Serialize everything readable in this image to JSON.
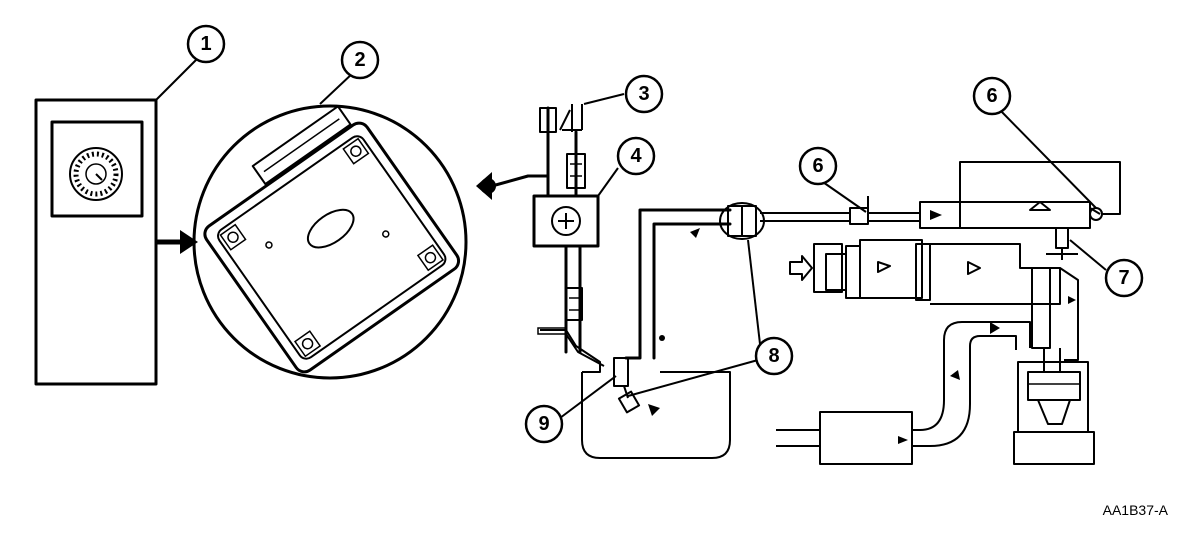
{
  "callouts": [
    {
      "id": "c1",
      "label": "1"
    },
    {
      "id": "c2",
      "label": "2"
    },
    {
      "id": "c3",
      "label": "3"
    },
    {
      "id": "c4",
      "label": "4"
    },
    {
      "id": "c5",
      "label": "6"
    },
    {
      "id": "c6",
      "label": "7"
    },
    {
      "id": "c7",
      "label": "6"
    },
    {
      "id": "c8",
      "label": "8"
    },
    {
      "id": "c9",
      "label": "9"
    }
  ],
  "figure_code": "AA1B37-A"
}
